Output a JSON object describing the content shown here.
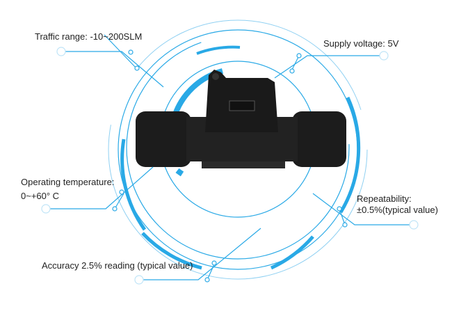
{
  "colors": {
    "accent": "#29a9e6",
    "light": "#8fd0f2",
    "body": "#1c1c1c"
  },
  "callouts": {
    "traffic_range": "Traffic range: -10~200SLM",
    "supply_voltage": "Supply voltage: 5V",
    "operating_temperature_label": "Operating temperature:",
    "operating_temperature_value": "0~+60° C",
    "repeatability_label": "Repeatability:",
    "repeatability_value": "±0.5%(typical value)",
    "accuracy": "Accuracy 2.5% reading (typical value)"
  }
}
